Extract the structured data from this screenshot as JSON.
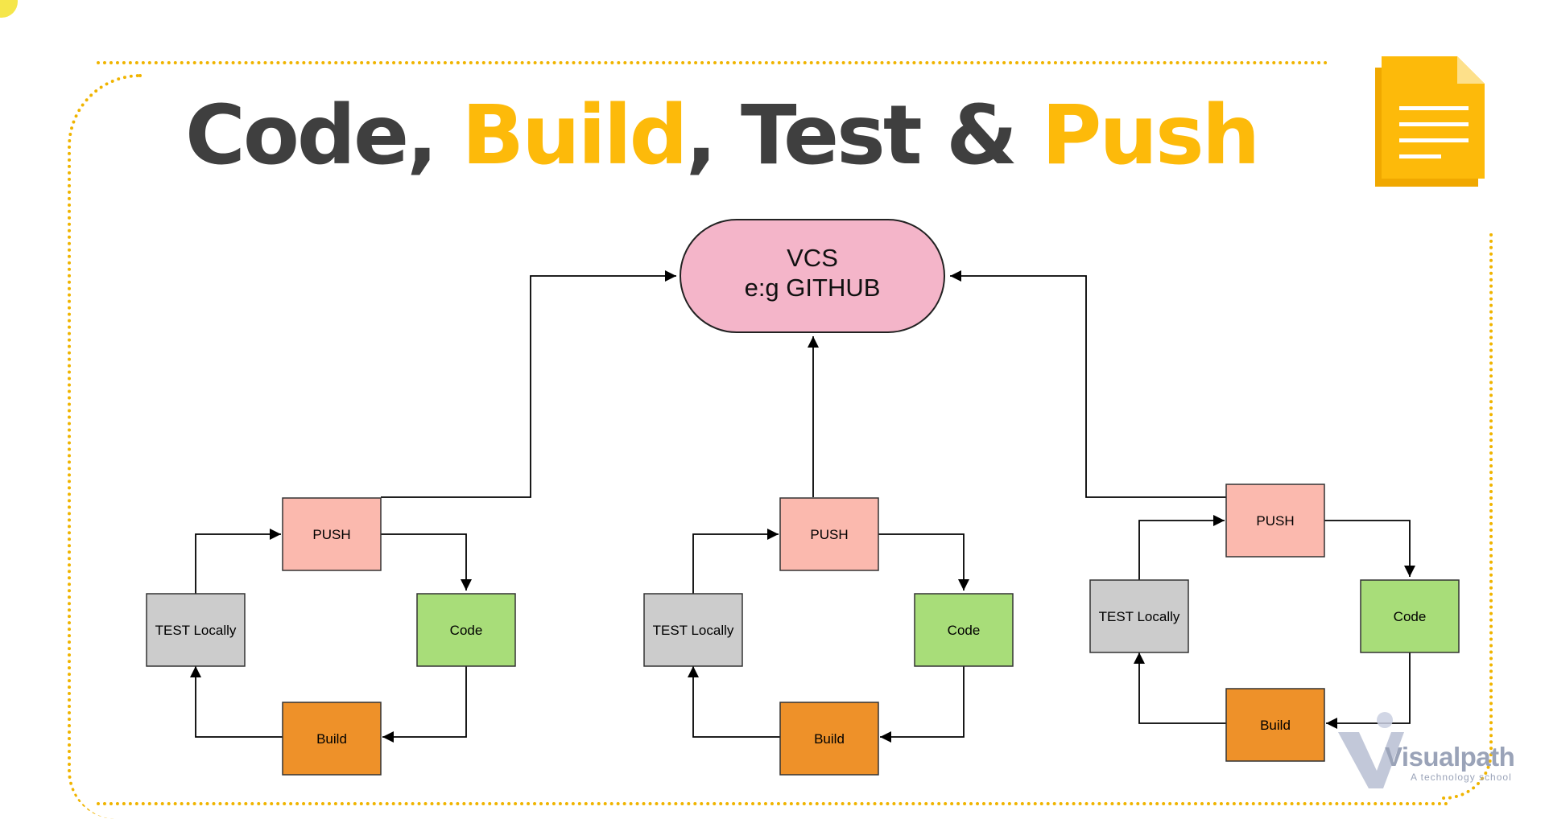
{
  "title": {
    "part1": "Code, ",
    "part2": "Build",
    "part3": ", Test & ",
    "part4": "Push",
    "dark_color": "#3f3f3f",
    "accent_color": "#fdba0a"
  },
  "frame": {
    "color": "#f0b400"
  },
  "document_icon": {
    "icon": "document-icon",
    "color": "#fdba0a"
  },
  "vcs": {
    "line1": "VCS",
    "line2": "e:g GITHUB",
    "fill": "#f4b5c9"
  },
  "cycles": [
    {
      "push": "PUSH",
      "code": "Code",
      "build": "Build",
      "test": "TEST Locally"
    },
    {
      "push": "PUSH",
      "code": "Code",
      "build": "Build",
      "test": "TEST Locally"
    },
    {
      "push": "PUSH",
      "code": "Code",
      "build": "Build",
      "test": "TEST Locally"
    }
  ],
  "node_colors": {
    "push": "#fbb9ae",
    "code": "#a8dd79",
    "build": "#ee9129",
    "test": "#cccccc"
  },
  "logo": {
    "name": "Visualpath",
    "tagline": "A technology school"
  }
}
